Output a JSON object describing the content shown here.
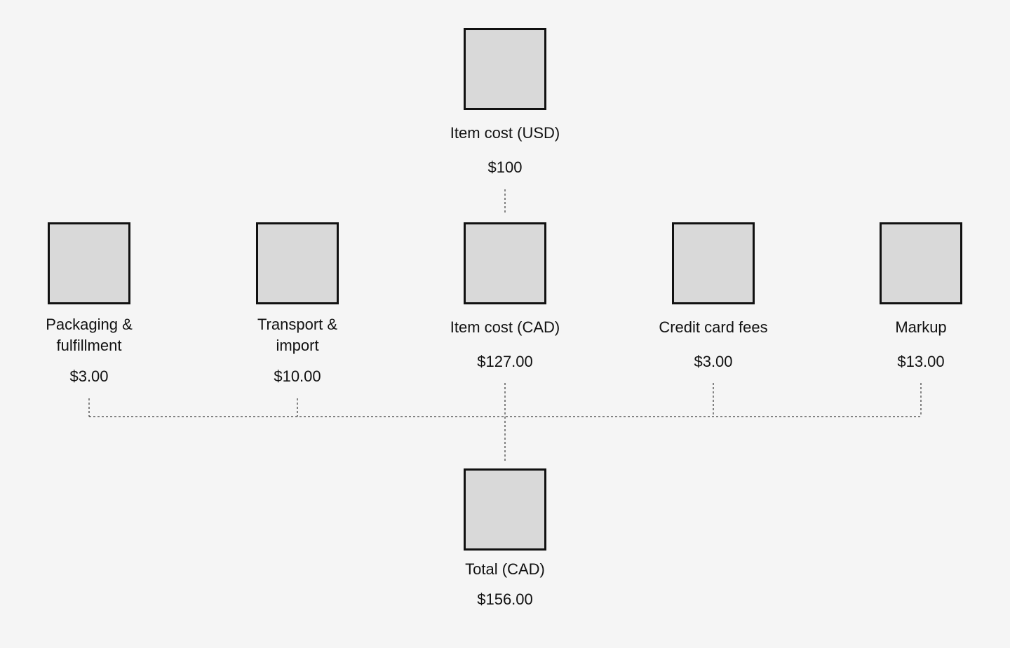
{
  "nodes": {
    "item_cost_usd": {
      "label": "Item cost (USD)",
      "value": "$100"
    },
    "packaging": {
      "label_lines": [
        "Packaging &",
        "fulfillment"
      ],
      "value": "$3.00"
    },
    "transport": {
      "label_lines": [
        "Transport &",
        "import"
      ],
      "value": "$10.00"
    },
    "item_cost_cad": {
      "label": "Item cost (CAD)",
      "value": "$127.00"
    },
    "credit_card": {
      "label": "Credit card fees",
      "value": "$3.00"
    },
    "markup": {
      "label": "Markup",
      "value": "$13.00"
    },
    "total": {
      "label": "Total (CAD)",
      "value": "$156.00"
    }
  },
  "colors": {
    "background": "#f5f5f5",
    "box_fill": "#d9d9d9",
    "box_border": "#111111",
    "connector": "#111111"
  }
}
